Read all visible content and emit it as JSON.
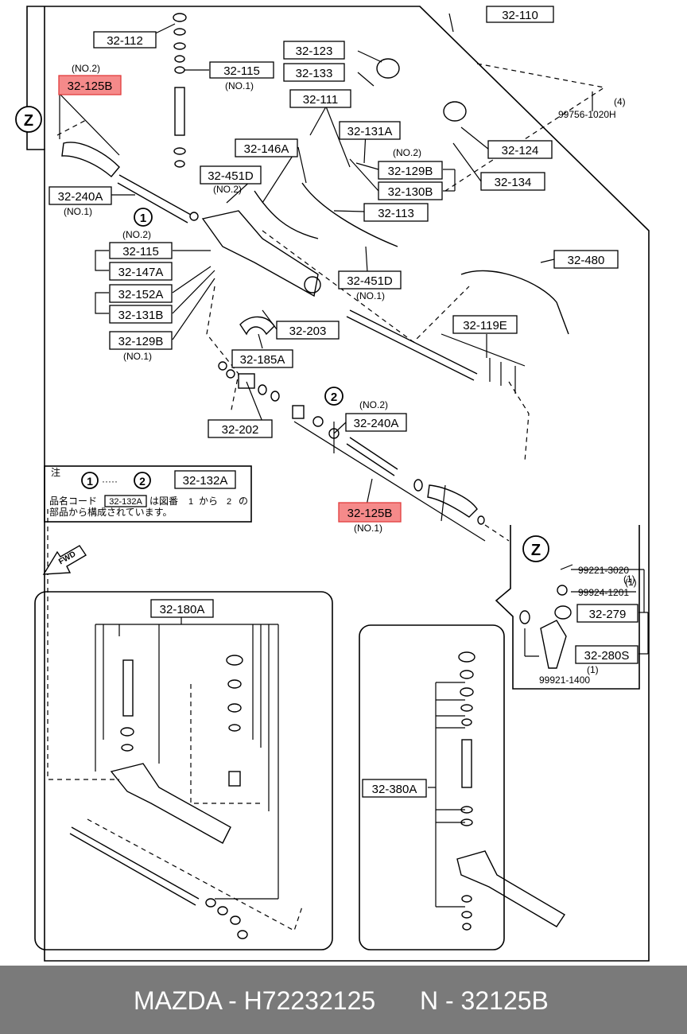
{
  "labels": {
    "l32_110": "32-110",
    "l32_112": "32-112",
    "l32_115a": "32-115",
    "l32_115b": "32-115",
    "l32_125b_top": "32-125B",
    "l32_125b_bot": "32-125B",
    "l32_123": "32-123",
    "l32_133": "32-133",
    "l32_111": "32-111",
    "l32_131a": "32-131A",
    "l32_129b_top": "32-129B",
    "l32_129b_bot": "32-129B",
    "l32_130b": "32-130B",
    "l32_124": "32-124",
    "l32_134": "32-134",
    "l32_146a": "32-146A",
    "l32_451d_top": "32-451D",
    "l32_451d_bot": "32-451D",
    "l32_113": "32-113",
    "l32_240a_left": "32-240A",
    "l32_240a_right": "32-240A",
    "l32_147a": "32-147A",
    "l32_152a": "32-152A",
    "l32_131b": "32-131B",
    "l32_203": "32-203",
    "l32_480": "32-480",
    "l32_185a": "32-185A",
    "l32_119e": "32-119E",
    "l32_202": "32-202",
    "l32_132a": "32-132A",
    "l32_132a_small": "32-132A",
    "l32_180a": "32-180A",
    "l32_279": "32-279",
    "l32_280s": "32-280S",
    "l32_380a": "32-380A",
    "p99756": "99756-1020H",
    "p99221": "99221-3020",
    "p99924": "99924-1201",
    "p99921": "99921-1400"
  },
  "notes": {
    "no2": "(NO.2)",
    "no1": "(NO.1)",
    "q4": "(4)",
    "q1": "(1)",
    "z": "Z",
    "c1": "1",
    "c2": "2",
    "fwd": "FWD",
    "legend_title": "注",
    "legend_line1": "品名コード",
    "legend_line1b": "は図番",
    "legend_line1c": "から",
    "legend_line1d": "の",
    "legend_line2": "部品から構成されています。",
    "dots": "·····"
  },
  "footer": {
    "brand_part": "MAZDA - H72232125",
    "oem": "N - 32125B"
  }
}
